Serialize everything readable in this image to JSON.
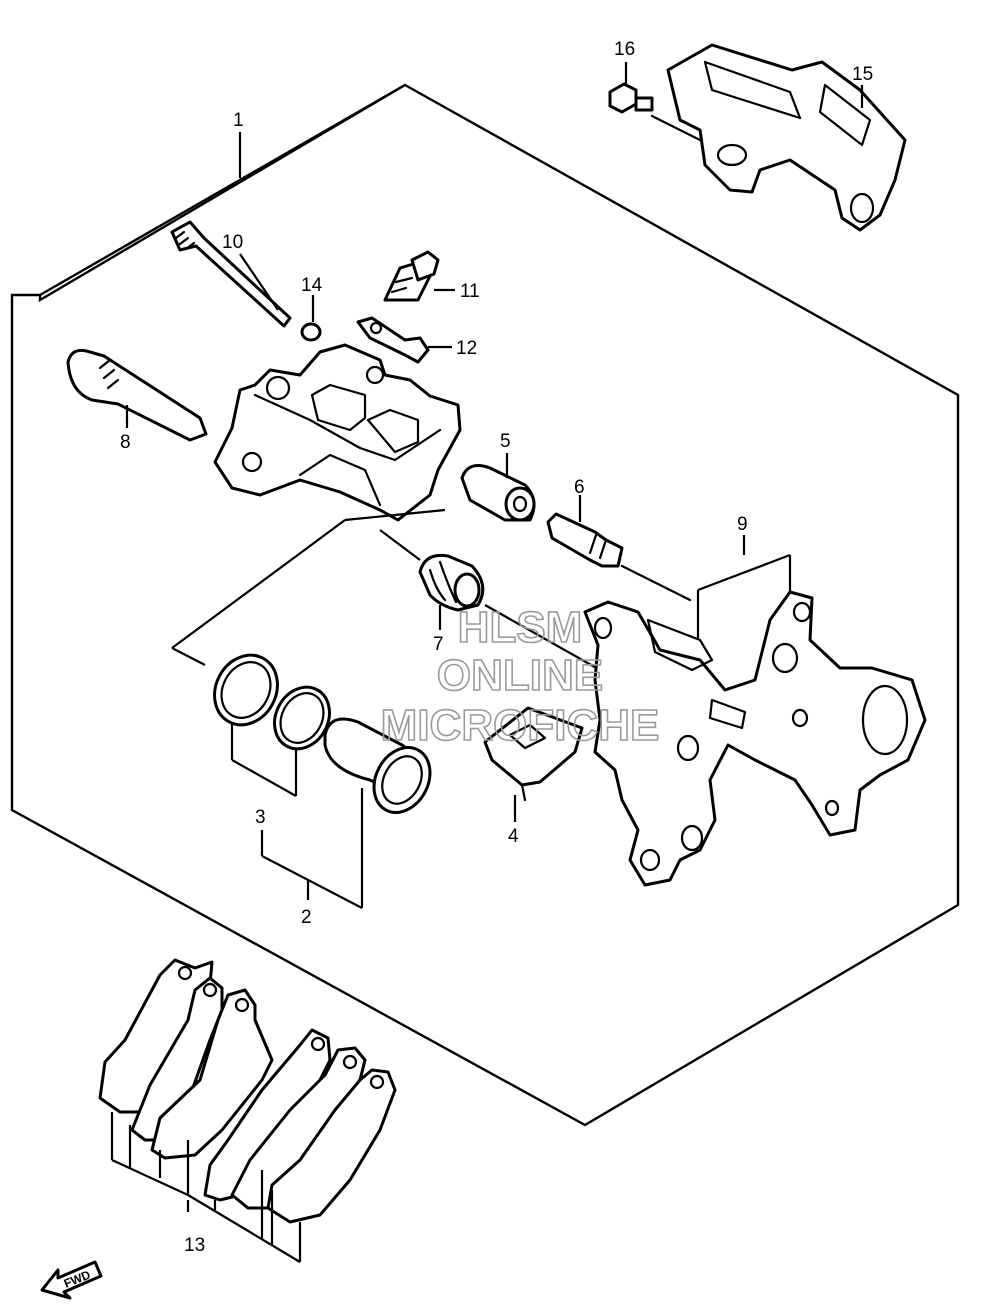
{
  "colors": {
    "line": "#000000",
    "background": "#ffffff",
    "watermark": "#9a9a9a"
  },
  "watermark": [
    "HLSM",
    "ONLINE",
    "MICROFICHE"
  ],
  "fwd_label": "FWD",
  "callouts": {
    "c1": "1",
    "c2": "2",
    "c3": "3",
    "c4": "4",
    "c5": "5",
    "c6": "6",
    "c7": "7",
    "c8": "8",
    "c9": "9",
    "c10": "10",
    "c11": "11",
    "c12": "12",
    "c13": "13",
    "c14": "14",
    "c15": "15",
    "c16": "16"
  }
}
